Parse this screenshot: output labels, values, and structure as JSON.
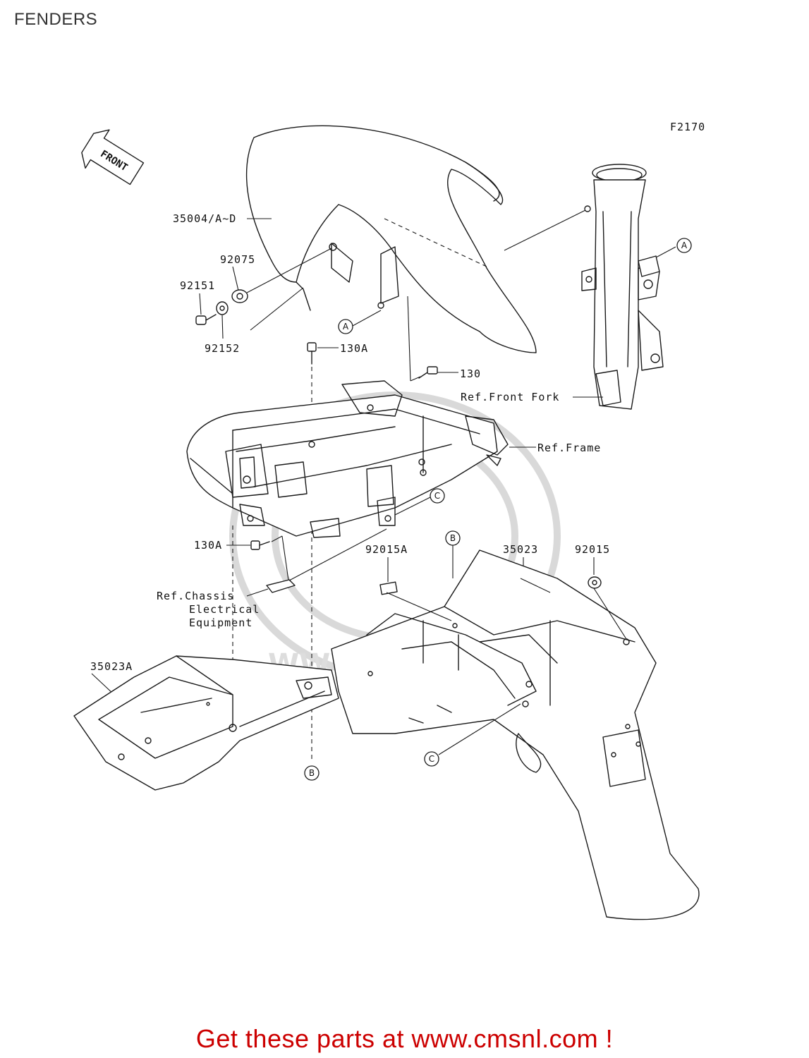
{
  "header": {
    "title": "FENDERS"
  },
  "diagram": {
    "code": "F2170",
    "front_arrow": "FRONT",
    "watermark": "WWW.CMSNL.COM",
    "labels": {
      "p35004": "35004/A~D",
      "p92075": "92075",
      "p92151": "92151",
      "p92152": "92152",
      "p130A_top": "130A",
      "p130": "130",
      "ref_front_fork": "Ref.Front Fork",
      "ref_frame": "Ref.Frame",
      "p130A_mid": "130A",
      "ref_chassis_1": "Ref.Chassis",
      "ref_chassis_2": "Electrical",
      "ref_chassis_3": "Equipment",
      "p92015A": "92015A",
      "p35023": "35023",
      "p92015": "92015",
      "p35023A": "35023A"
    },
    "callouts": {
      "a1": "A",
      "a2": "A",
      "b1": "B",
      "b2": "B",
      "c1": "C",
      "c2": "C"
    }
  },
  "footer": {
    "cta": "Get these parts at www.cmsnl.com !"
  }
}
